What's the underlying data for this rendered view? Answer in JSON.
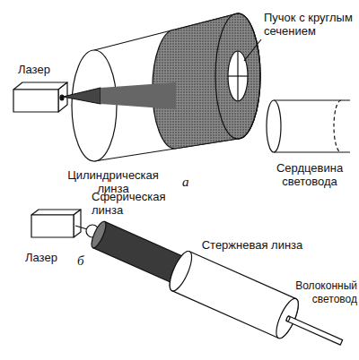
{
  "diagram": {
    "labels": [
      "Лазер",
      "Цилиндрическая линза",
      "Пучок с круглым сечением",
      "Сердцевина световода",
      "а",
      "Лазер",
      "Сферическая линза",
      "б",
      "Стержневая линза",
      "Волоконный световод"
    ]
  }
}
